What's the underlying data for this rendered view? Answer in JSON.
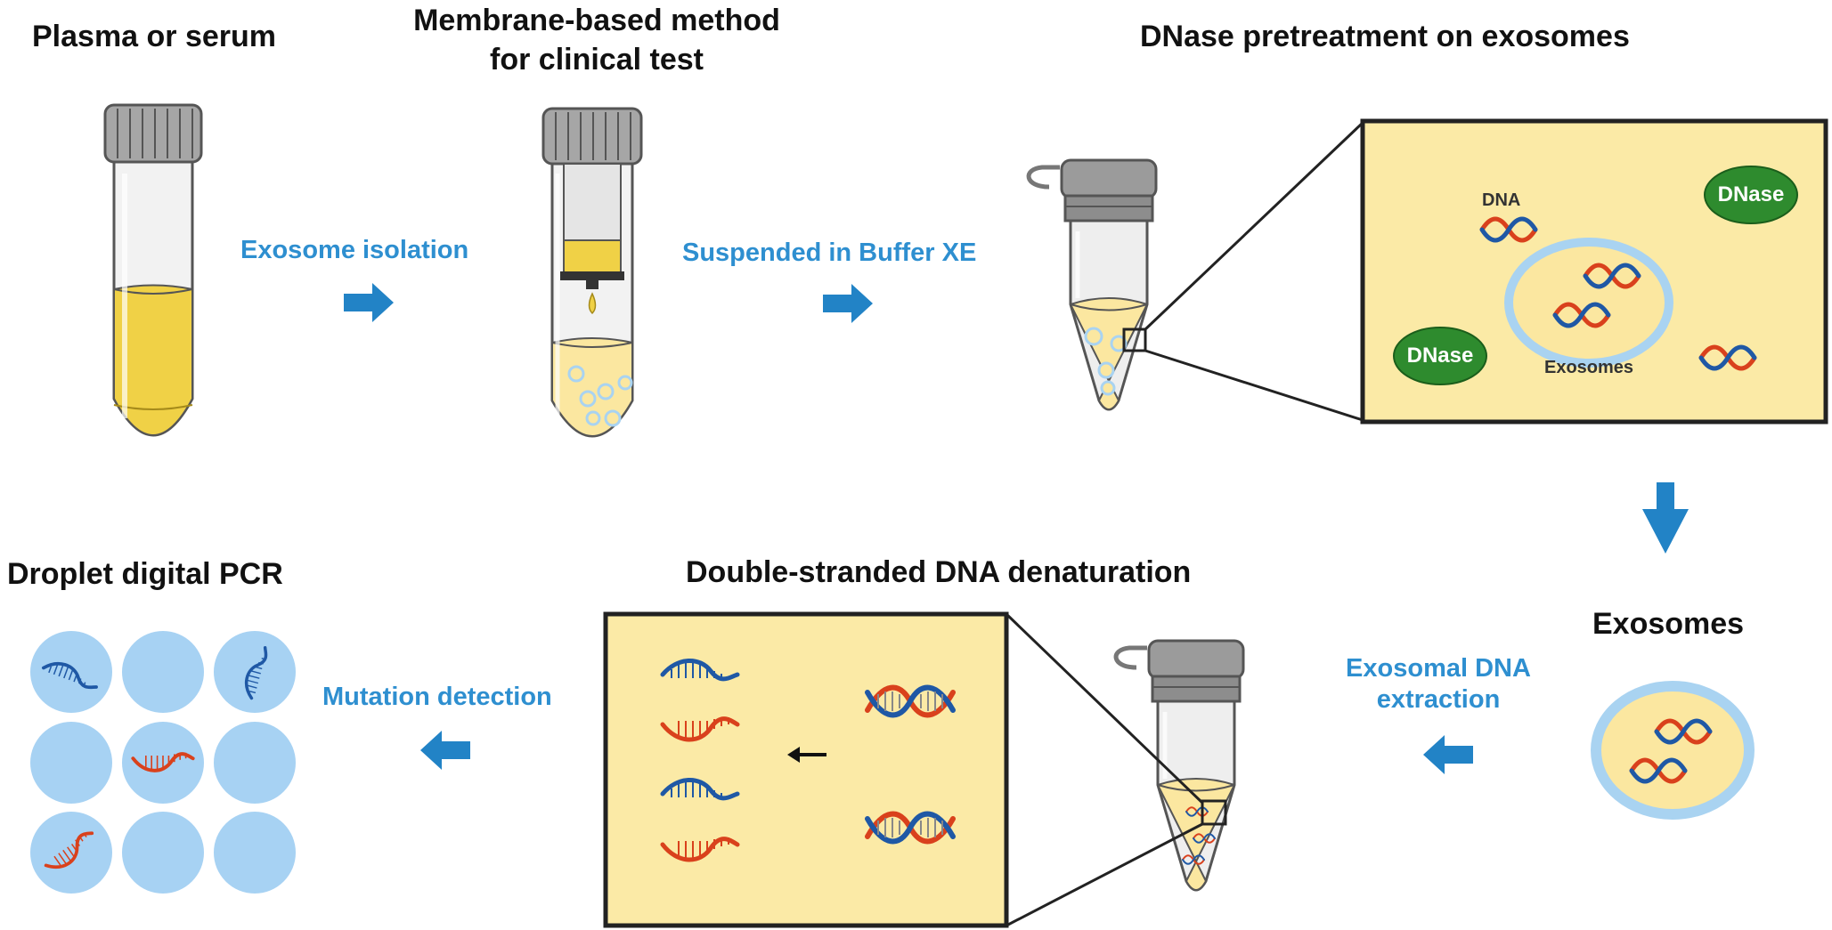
{
  "colors": {
    "arrow": "#2283c6",
    "step_text": "#2e8fd0",
    "panel_fill": "#fbeaa6",
    "liquid": "#f0d146",
    "exosome_ring": "#a9d3f1",
    "exosome_fill": "#fbe7a0",
    "droplet": "#a7d2f3",
    "dnase_fill": "#2e8b2e",
    "dna_red": "#d9411c",
    "dna_blue": "#1f58a5"
  },
  "titles": {
    "plasma": "Plasma or serum",
    "membrane": [
      "Membrane-based method",
      "for clinical test"
    ],
    "dnase_pretreat": "DNase pretreatment on exosomes",
    "exosomes": "Exosomes",
    "denaturation": "Double-stranded DNA denaturation",
    "ddpcr": "Droplet digital PCR"
  },
  "steps": {
    "isolation": "Exosome isolation",
    "suspended": "Suspended in Buffer XE",
    "extraction": [
      "Exosomal DNA",
      "extraction"
    ],
    "mutation": "Mutation detection"
  },
  "zoom_top": {
    "dna_label": "DNA",
    "dnase_label": "DNase",
    "exosomes_label": "Exosomes"
  },
  "icons": {
    "flow_arrow": "right-arrow-icon",
    "test_tube": "test-tube-icon",
    "filter_column": "filter-column-icon",
    "microtube": "microcentrifuge-tube-icon",
    "dna": "double-helix-icon",
    "ssdna": "single-strand-dna-icon",
    "enzyme": "dnase-enzyme-icon",
    "droplet": "droplet-icon"
  }
}
